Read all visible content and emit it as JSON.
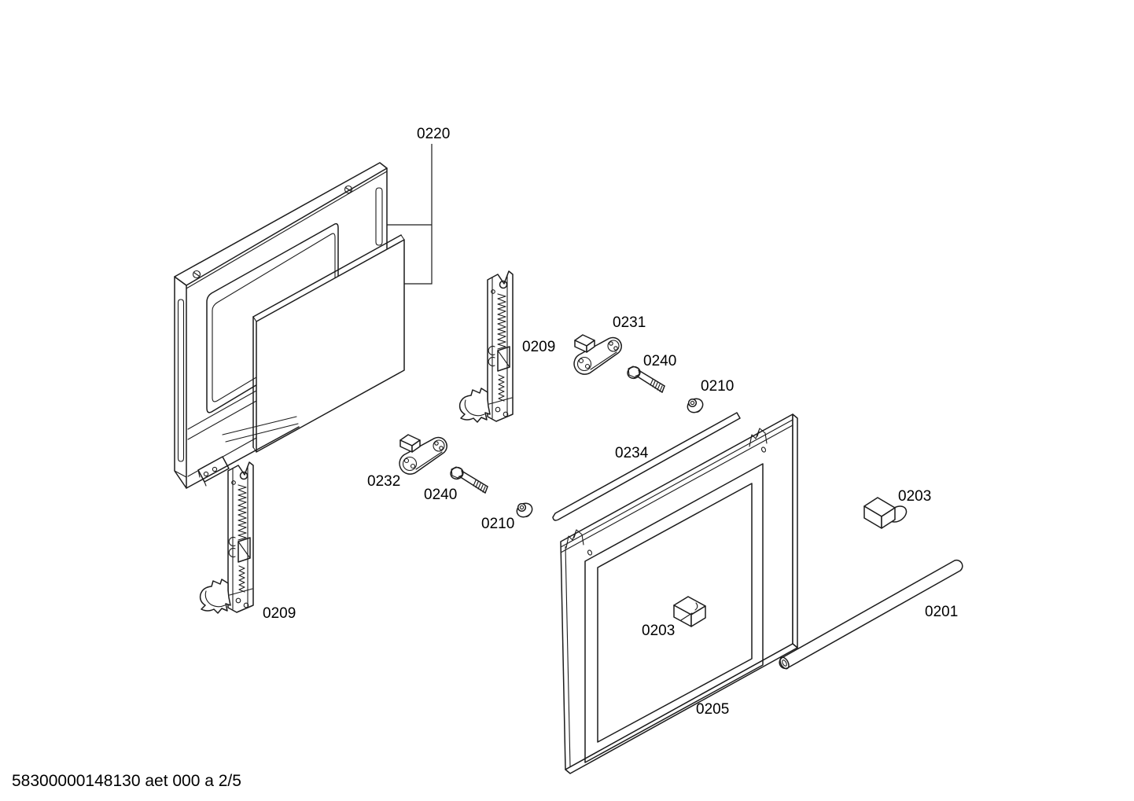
{
  "document": {
    "footer_text": "58300000148130 aet 000 a 2/5",
    "sheet_number": "58300000148130",
    "page": "2/5"
  },
  "labels": {
    "inner_door": "0220",
    "hinge_upper": "0209",
    "hinge_lower": "0209",
    "handle_bracket_right": "0231",
    "handle_bracket_left": "0232",
    "screw_upper": "0240",
    "screw_lower": "0240",
    "bushing_upper": "0210",
    "bushing_lower": "0210",
    "trim_strip": "0234",
    "endcap_right": "0203",
    "endcap_door": "0203",
    "handle_tube": "0201",
    "outer_door": "0205"
  },
  "colors": {
    "line": "#1c1c1c",
    "background": "#ffffff",
    "text": "#000000"
  }
}
